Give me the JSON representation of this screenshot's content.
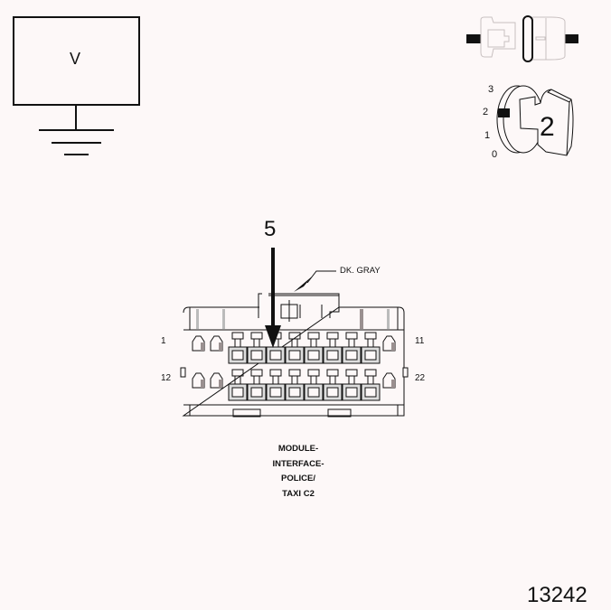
{
  "voltmeter": {
    "symbol": "V",
    "icon": "voltmeter-ground-icon"
  },
  "ignition": {
    "key_position_labels": [
      "3",
      "2",
      "1",
      "0"
    ],
    "selected_position": "2",
    "key_label": "2",
    "icons": [
      "connector-disconnect-icon",
      "ignition-key-icon"
    ]
  },
  "connector": {
    "pin_callout": "5",
    "color_callout": "DK. GRAY",
    "pin_labels": {
      "top_left": "1",
      "top_right": "11",
      "bottom_left": "12",
      "bottom_right": "22"
    },
    "caption_lines": [
      "MODULE-",
      "INTERFACE-",
      "POLICE/",
      "TAXI C2"
    ]
  },
  "figure_number": "13242",
  "colors": {
    "background": "#fdf8f8",
    "line": "#111111",
    "faded": "#c8c0c0",
    "shade": "#9a9090"
  }
}
